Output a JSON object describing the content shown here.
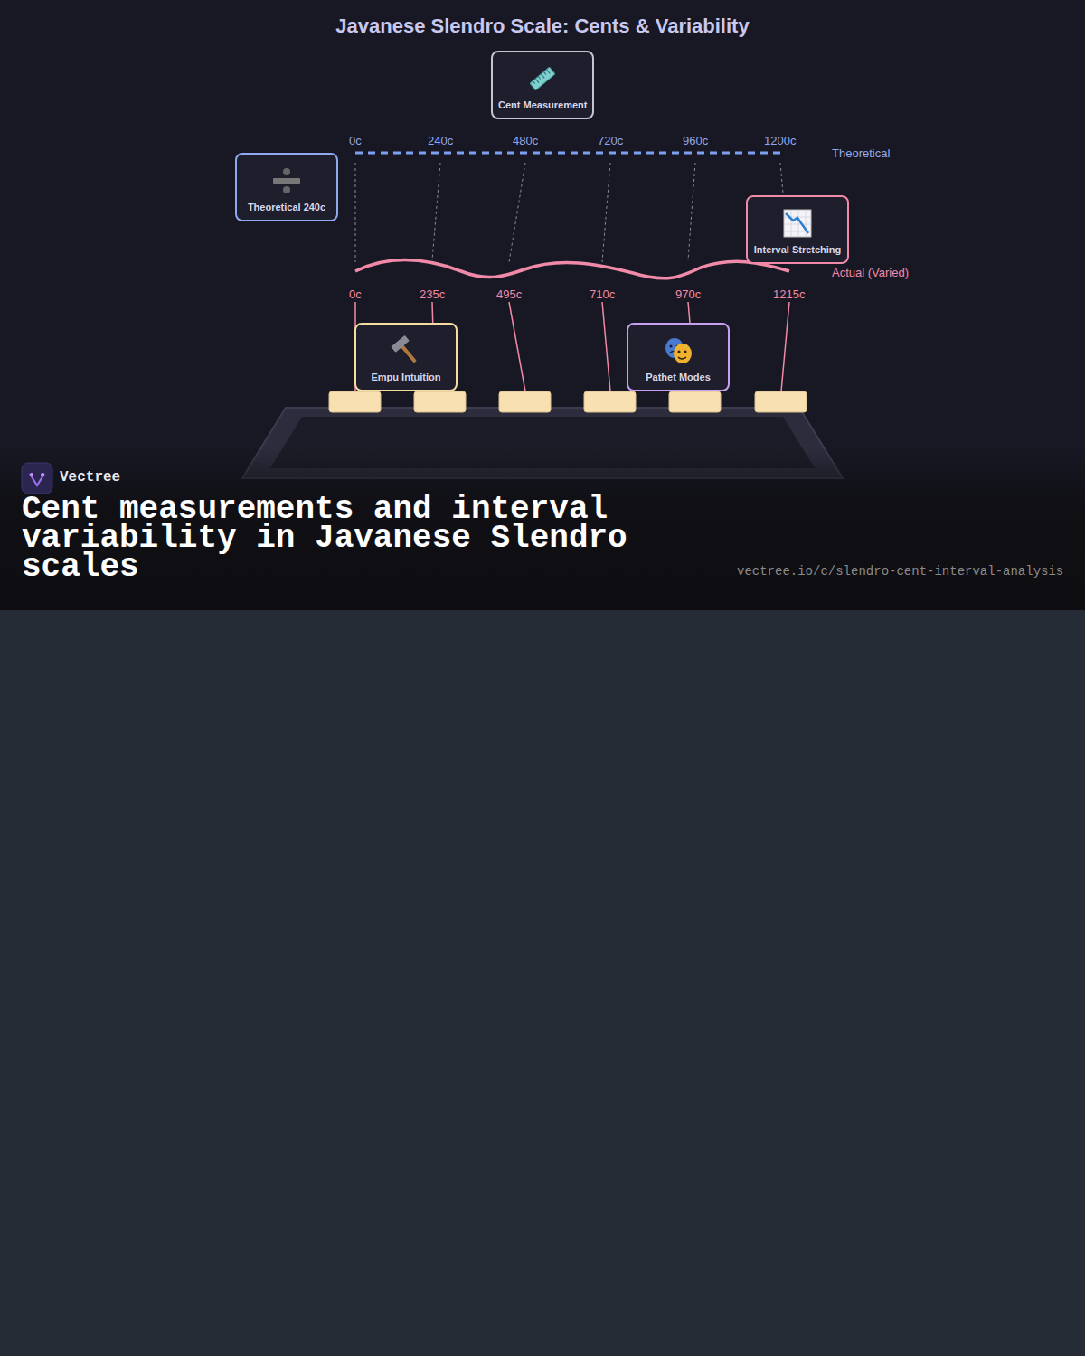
{
  "diagram": {
    "title": "Javanese Slendro Scale: Cents & Variability",
    "caption": "Cent measurements and interval variability in Javanese Slendro scales",
    "nodes": [
      {
        "text": [
          "Cent Measurement"
        ]
      },
      {
        "text": [
          "Theoretical 240c"
        ]
      },
      {
        "text": [
          "Interval Stretching"
        ]
      },
      {
        "text": [
          "Empu Intuition"
        ]
      },
      {
        "text": [
          "Pathet Modes"
        ]
      }
    ],
    "labels": [
      "0c",
      "240c",
      "480c",
      "720c",
      "960c",
      "1200c",
      "Theoretical",
      "0c",
      "235c",
      "495c",
      "710c",
      "970c",
      "1215c",
      "Actual (Varied)",
      "Vectree",
      "vectree.io/c/slendro-cent-interval-analysis"
    ]
  }
}
